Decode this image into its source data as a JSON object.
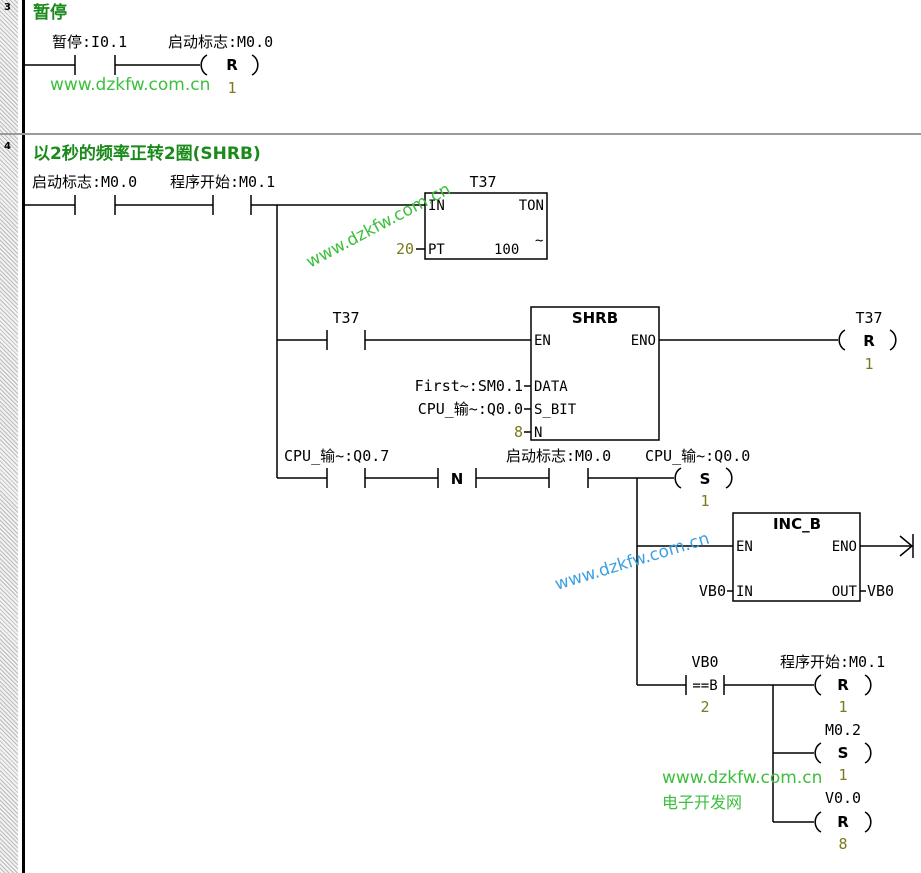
{
  "networks": [
    {
      "number": "3",
      "title": "暂停"
    },
    {
      "number": "4",
      "title": "以2秒的频率正转2圈(SHRB)"
    }
  ],
  "n3": {
    "contact_label": "暂停:I0.1",
    "coil_label": "启动标志:M0.0",
    "coil_type": "R",
    "coil_count": "1"
  },
  "n4": {
    "c1_label": "启动标志:M0.0",
    "c2_label": "程序开始:M0.1",
    "timer": {
      "name": "T37",
      "type": "TON",
      "in": "IN",
      "pt": "PT",
      "pt_value": "20",
      "base": "100",
      "tilde": "~"
    },
    "t37_contact": "T37",
    "shrb": {
      "name": "SHRB",
      "en": "EN",
      "eno": "ENO",
      "data": "DATA",
      "s_bit": "S_BIT",
      "n": "N",
      "data_label": "First~:SM0.1",
      "sbit_label": "CPU_输~:Q0.0",
      "n_value": "8"
    },
    "reset_t37": {
      "label": "T37",
      "type": "R",
      "count": "1"
    },
    "q07_label": "CPU_输~:Q0.7",
    "n_edge": "N",
    "m00_label": "启动标志:M0.0",
    "set_q00": {
      "label": "CPU_输~:Q0.0",
      "type": "S",
      "count": "1"
    },
    "inc_b": {
      "name": "INC_B",
      "en": "EN",
      "eno": "ENO",
      "in": "IN",
      "out": "OUT",
      "in_label": "VB0",
      "out_label": "VB0"
    },
    "compare": {
      "label": "VB0",
      "op": "==B",
      "value": "2"
    },
    "reset_m01": {
      "label": "程序开始:M0.1",
      "type": "R",
      "count": "1"
    },
    "set_m02": {
      "label": "M0.2",
      "type": "S",
      "count": "1"
    },
    "reset_v00": {
      "label": "V0.0",
      "type": "R",
      "count": "8"
    }
  },
  "watermarks": {
    "url": "www.dzkfw.com.cn",
    "site_name": "电子开发网"
  }
}
